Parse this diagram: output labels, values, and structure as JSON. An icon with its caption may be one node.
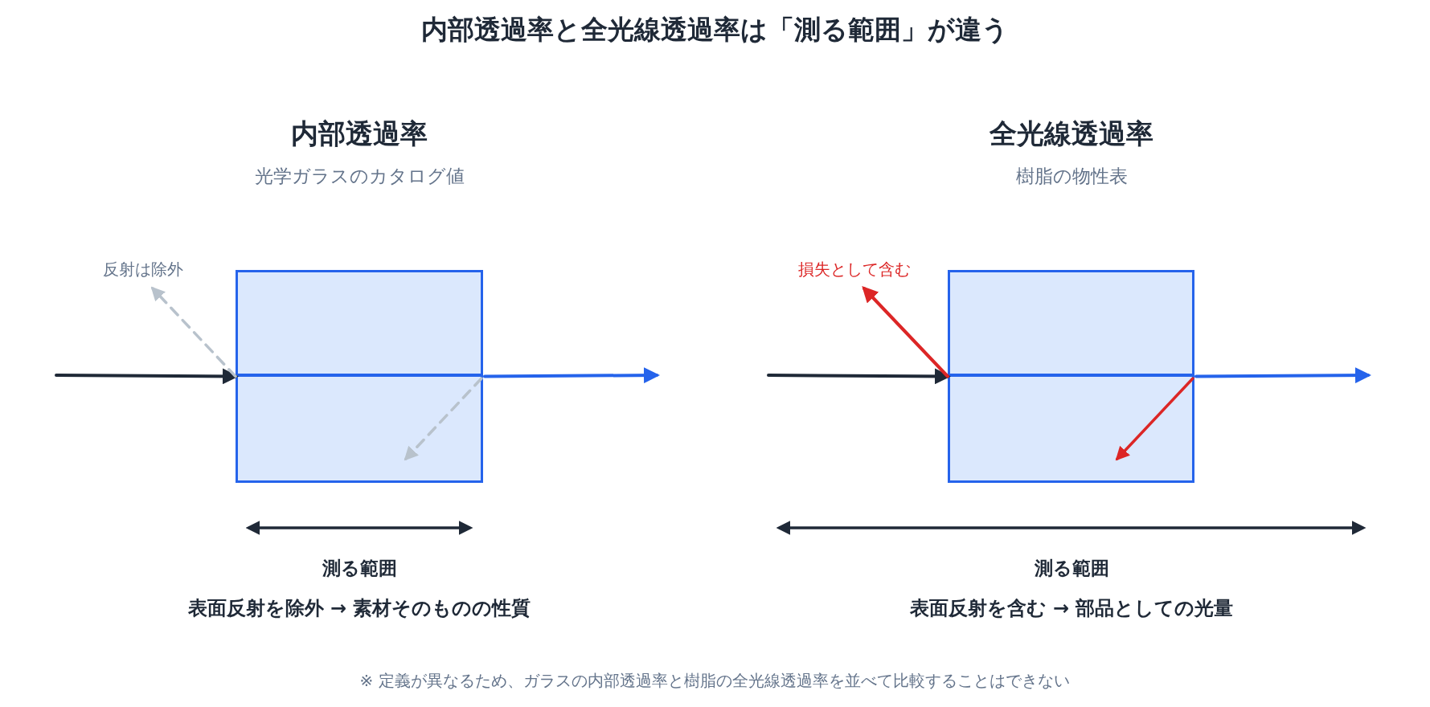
{
  "diagram": {
    "title": "内部透過率と全光線透過率は「測る範囲」が違う",
    "caption": "※ 定義が異なるため、ガラスの内部透過率と樹脂の全光線透過率を並べて比較することはできない",
    "nodes": [
      {
        "text": [],
        "shape": "box"
      },
      {
        "text": [
          "反射は除外"
        ]
      },
      {
        "text": [],
        "shape": "box"
      },
      {
        "text": [
          "損失として含む"
        ]
      }
    ],
    "edges": [
      {
        "from": null,
        "to": 0,
        "arrow": "to"
      },
      {
        "from": 0,
        "to": null,
        "arrow": "to",
        "color": "#2563eb"
      },
      {
        "from": 0,
        "to": 1,
        "arrow": "to",
        "style": "dashed",
        "color": "#b8c2cc"
      },
      {
        "from": null,
        "to": 2,
        "arrow": "to"
      },
      {
        "from": 2,
        "to": null,
        "arrow": "to",
        "color": "#2563eb"
      },
      {
        "from": 2,
        "to": 3,
        "arrow": "to",
        "color": "#dc2626"
      }
    ],
    "labels": [
      "内部透過率",
      "全光線透過率",
      "光学ガラスのカタログ値",
      "樹脂の物性表",
      "測る範囲",
      "測る範囲",
      "表面反射を除外 → 素材そのものの性質",
      "表面反射を含む → 部品としての光量"
    ]
  }
}
